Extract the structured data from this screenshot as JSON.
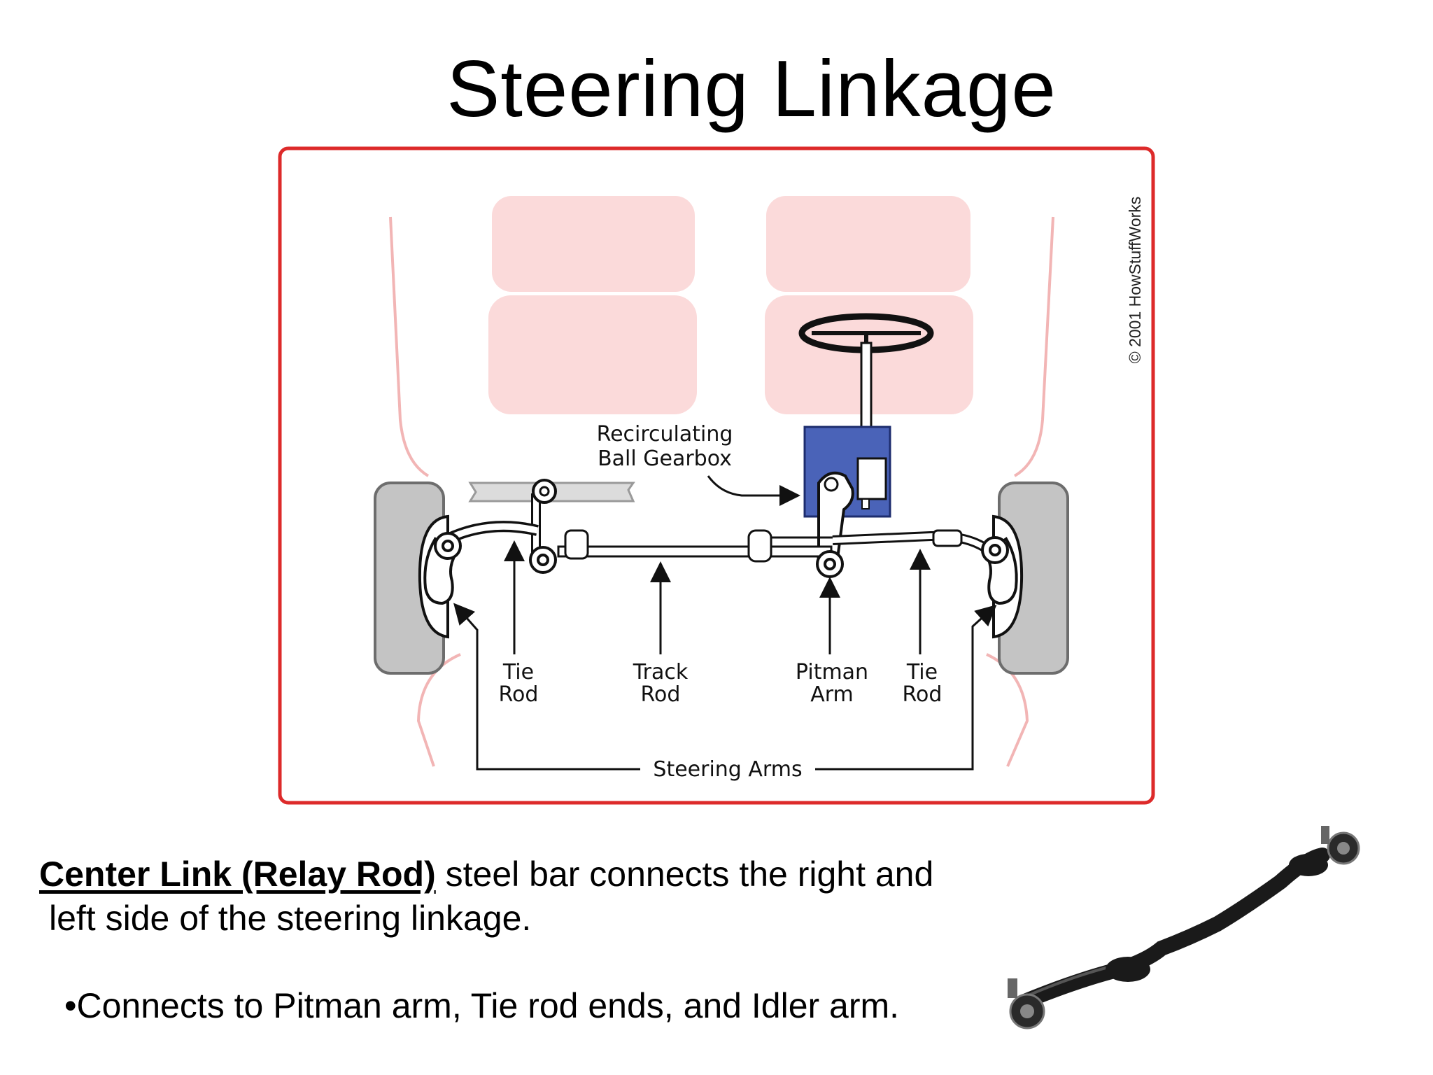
{
  "slide": {
    "title": "Steering Linkage",
    "description_term": "Center Link (Relay Rod)",
    "description_rest": " steel bar connects the right and",
    "description_line2": "left side of the steering linkage.",
    "bullet": "•Connects to Pitman arm, Tie rod ends, and Idler arm."
  },
  "diagram": {
    "labels": {
      "gearbox_line1": "Recirculating",
      "gearbox_line2": "Ball Gearbox",
      "tie_rod_left_1": "Tie",
      "tie_rod_left_2": "Rod",
      "track_rod_1": "Track",
      "track_rod_2": "Rod",
      "pitman_arm_1": "Pitman",
      "pitman_arm_2": "Arm",
      "tie_rod_right_1": "Tie",
      "tie_rod_right_2": "Rod",
      "steering_arms": "Steering Arms"
    },
    "copyright": "© 2001 HowStuffWorks",
    "colors": {
      "frame_border": "#dd2a2a",
      "seat_fill": "#fbdada",
      "body_outline": "#f2b5b5",
      "gearbox_fill": "#4a63b8",
      "tire_fill": "#c4c4c4"
    }
  }
}
